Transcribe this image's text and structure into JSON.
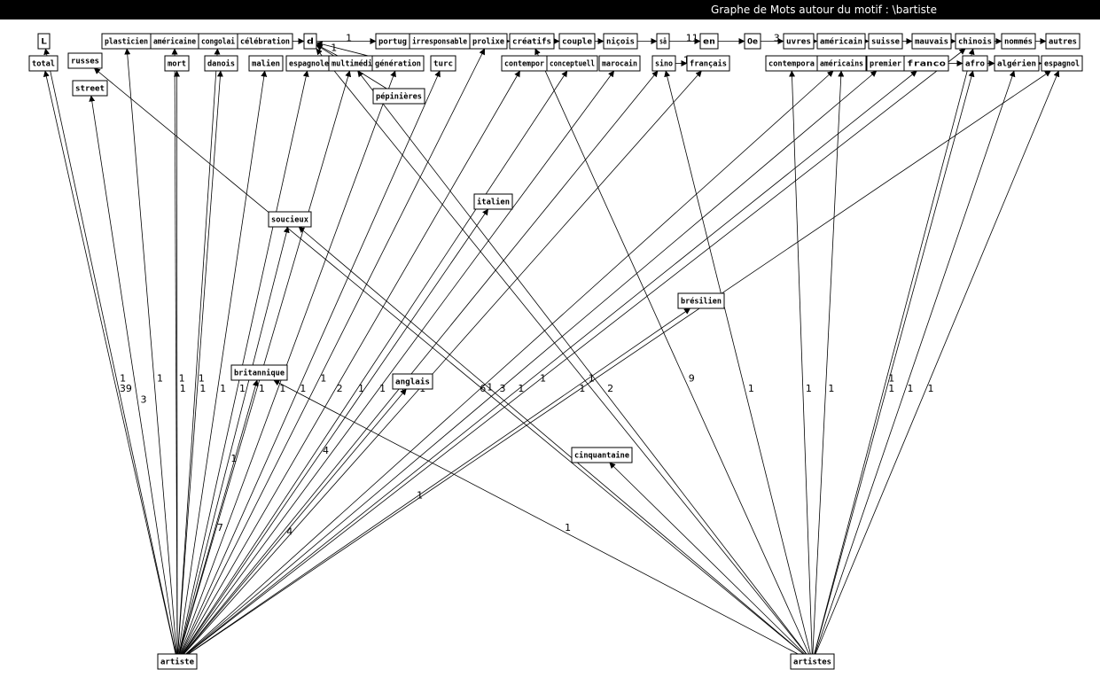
{
  "window": {
    "title": "Graphe de Mots autour du motif : \\bartiste"
  },
  "colors": {
    "title_bar": "#000000",
    "title_text": "#ffffff",
    "node_border": "#000000",
    "edge": "#000000"
  },
  "nodes": [
    {
      "id": "L",
      "label": "L"
    },
    {
      "id": "plasticien",
      "label": "plasticien"
    },
    {
      "id": "americaine",
      "label": "américaine"
    },
    {
      "id": "congolai",
      "label": "congolai"
    },
    {
      "id": "celebration",
      "label": "célébration"
    },
    {
      "id": "d",
      "label": "d"
    },
    {
      "id": "portug",
      "label": "portug"
    },
    {
      "id": "irresponsable",
      "label": "irresponsable"
    },
    {
      "id": "prolixe",
      "label": "prolixe"
    },
    {
      "id": "creatifs",
      "label": "créatifs"
    },
    {
      "id": "couple",
      "label": "couple"
    },
    {
      "id": "nicois",
      "label": "niçois"
    },
    {
      "id": "sa",
      "label": "sâ"
    },
    {
      "id": "en",
      "label": "en"
    },
    {
      "id": "Oe",
      "label": "Oe"
    },
    {
      "id": "uvres",
      "label": "uvres"
    },
    {
      "id": "americain",
      "label": "américain"
    },
    {
      "id": "suisse",
      "label": "suisse"
    },
    {
      "id": "mauvais",
      "label": "mauvais"
    },
    {
      "id": "chinois",
      "label": "chinois"
    },
    {
      "id": "nommes",
      "label": "nommés"
    },
    {
      "id": "autres",
      "label": "autres"
    },
    {
      "id": "total",
      "label": "total"
    },
    {
      "id": "russes",
      "label": "russes"
    },
    {
      "id": "mort",
      "label": "mort"
    },
    {
      "id": "danois",
      "label": "danois"
    },
    {
      "id": "malien",
      "label": "malien"
    },
    {
      "id": "espagnole",
      "label": "espagnole"
    },
    {
      "id": "multimedi",
      "label": "multimédi"
    },
    {
      "id": "generation",
      "label": "génération"
    },
    {
      "id": "turc",
      "label": "turc"
    },
    {
      "id": "contempor",
      "label": "contempor"
    },
    {
      "id": "conceptuell",
      "label": "conceptuell"
    },
    {
      "id": "marocain",
      "label": "marocain"
    },
    {
      "id": "sino",
      "label": "sino"
    },
    {
      "id": "francais",
      "label": "français"
    },
    {
      "id": "contempora2",
      "label": "contempora"
    },
    {
      "id": "americains",
      "label": "américains"
    },
    {
      "id": "premier",
      "label": "premier"
    },
    {
      "id": "franco",
      "label": "franco"
    },
    {
      "id": "afro",
      "label": "afro"
    },
    {
      "id": "algerien",
      "label": "algérien"
    },
    {
      "id": "espagnol",
      "label": "espagnol"
    },
    {
      "id": "street",
      "label": "street"
    },
    {
      "id": "pepinieres",
      "label": "pépinières"
    },
    {
      "id": "italien",
      "label": "italien"
    },
    {
      "id": "soucieux",
      "label": "soucieux"
    },
    {
      "id": "bresilien",
      "label": "brésilien"
    },
    {
      "id": "britannique",
      "label": "britannique"
    },
    {
      "id": "anglais",
      "label": "anglais"
    },
    {
      "id": "cinquantaine",
      "label": "cinquantaine"
    },
    {
      "id": "artiste",
      "label": "artiste"
    },
    {
      "id": "artistes",
      "label": "artistes"
    }
  ],
  "edges": [
    {
      "from": "d",
      "to": "portug",
      "label": "1"
    },
    {
      "from": "portug",
      "to": "irresponsable",
      "label": ""
    },
    {
      "from": "irresponsable",
      "to": "prolixe",
      "label": ""
    },
    {
      "from": "prolixe",
      "to": "creatifs",
      "label": ""
    },
    {
      "from": "creatifs",
      "to": "couple",
      "label": ""
    },
    {
      "from": "couple",
      "to": "nicois",
      "label": ""
    },
    {
      "from": "nicois",
      "to": "sa",
      "label": ""
    },
    {
      "from": "sa",
      "to": "en",
      "label": "11"
    },
    {
      "from": "en",
      "to": "Oe",
      "label": ""
    },
    {
      "from": "Oe",
      "to": "uvres",
      "label": "3"
    },
    {
      "from": "uvres",
      "to": "americain",
      "label": ""
    },
    {
      "from": "americain",
      "to": "suisse",
      "label": ""
    },
    {
      "from": "suisse",
      "to": "mauvais",
      "label": ""
    },
    {
      "from": "mauvais",
      "to": "chinois",
      "label": ""
    },
    {
      "from": "chinois",
      "to": "nommes",
      "label": ""
    },
    {
      "from": "nommes",
      "to": "autres",
      "label": ""
    },
    {
      "from": "plasticien",
      "to": "americaine",
      "label": ""
    },
    {
      "from": "americaine",
      "to": "congolai",
      "label": ""
    },
    {
      "from": "congolai",
      "to": "celebration",
      "label": ""
    },
    {
      "from": "celebration",
      "to": "d",
      "label": ""
    },
    {
      "from": "multimedi",
      "to": "d",
      "label": "1"
    },
    {
      "from": "generation",
      "to": "d",
      "label": ""
    },
    {
      "from": "pepinieres",
      "to": "d",
      "label": ""
    },
    {
      "from": "contempor",
      "to": "conceptuell",
      "label": "2"
    },
    {
      "from": "sino",
      "to": "francais",
      "label": "1"
    },
    {
      "from": "contempora2",
      "to": "americains",
      "label": ""
    },
    {
      "from": "americains",
      "to": "premier",
      "label": ""
    },
    {
      "from": "premier",
      "to": "franco",
      "label": ""
    },
    {
      "from": "franco",
      "to": "afro",
      "label": ""
    },
    {
      "from": "afro",
      "to": "algerien",
      "label": ""
    },
    {
      "from": "algerien",
      "to": "espagnol",
      "label": ""
    },
    {
      "from": "artiste",
      "to": "total",
      "label": "39"
    },
    {
      "from": "artiste",
      "to": "L",
      "label": "1"
    },
    {
      "from": "artiste",
      "to": "street",
      "label": "3"
    },
    {
      "from": "artiste",
      "to": "plasticien",
      "label": "1"
    },
    {
      "from": "artiste",
      "to": "mort",
      "label": "1"
    },
    {
      "from": "artiste",
      "to": "americaine",
      "label": "1"
    },
    {
      "from": "artiste",
      "to": "congolai",
      "label": "1"
    },
    {
      "from": "artiste",
      "to": "danois",
      "label": "1"
    },
    {
      "from": "artiste",
      "to": "malien",
      "label": "1"
    },
    {
      "from": "artiste",
      "to": "espagnole",
      "label": "1"
    },
    {
      "from": "artiste",
      "to": "multimedi",
      "label": "1"
    },
    {
      "from": "artiste",
      "to": "generation",
      "label": "1"
    },
    {
      "from": "artiste",
      "to": "turc",
      "label": "1"
    },
    {
      "from": "artiste",
      "to": "prolixe",
      "label": "1"
    },
    {
      "from": "artiste",
      "to": "contempor",
      "label": "2"
    },
    {
      "from": "artiste",
      "to": "italien",
      "label": "4"
    },
    {
      "from": "artiste",
      "to": "anglais",
      "label": "4"
    },
    {
      "from": "artiste",
      "to": "britannique",
      "label": "7"
    },
    {
      "from": "artiste",
      "to": "soucieux",
      "label": "1"
    },
    {
      "from": "artiste",
      "to": "bresilien",
      "label": "1"
    },
    {
      "from": "artiste",
      "to": "sino",
      "label": "1"
    },
    {
      "from": "artiste",
      "to": "francais",
      "label": "1"
    },
    {
      "from": "artiste",
      "to": "marocain",
      "label": "1"
    },
    {
      "from": "artiste",
      "to": "conceptuell",
      "label": "1"
    },
    {
      "from": "artiste",
      "to": "franco",
      "label": "1"
    },
    {
      "from": "artiste",
      "to": "chinois",
      "label": "1"
    },
    {
      "from": "artiste",
      "to": "americains",
      "label": "6"
    },
    {
      "from": "artiste",
      "to": "premier",
      "label": "3"
    },
    {
      "from": "artiste",
      "to": "espagnol",
      "label": "1"
    },
    {
      "from": "artistes",
      "to": "contempora2",
      "label": "1"
    },
    {
      "from": "artistes",
      "to": "americains",
      "label": "1"
    },
    {
      "from": "artistes",
      "to": "afro",
      "label": "1"
    },
    {
      "from": "artistes",
      "to": "algerien",
      "label": "1"
    },
    {
      "from": "artistes",
      "to": "espagnol",
      "label": "1"
    },
    {
      "from": "artistes",
      "to": "chinois",
      "label": "1"
    },
    {
      "from": "artistes",
      "to": "sino",
      "label": "1"
    },
    {
      "from": "artistes",
      "to": "soucieux",
      "label": "1"
    },
    {
      "from": "artistes",
      "to": "cinquantaine",
      "label": ""
    },
    {
      "from": "artistes",
      "to": "britannique",
      "label": "1"
    },
    {
      "from": "artistes",
      "to": "creatifs",
      "label": "9"
    },
    {
      "from": "artistes",
      "to": "russes",
      "label": "1"
    },
    {
      "from": "artistes",
      "to": "multimedi",
      "label": "2"
    },
    {
      "from": "artistes",
      "to": "d",
      "label": "1"
    }
  ]
}
